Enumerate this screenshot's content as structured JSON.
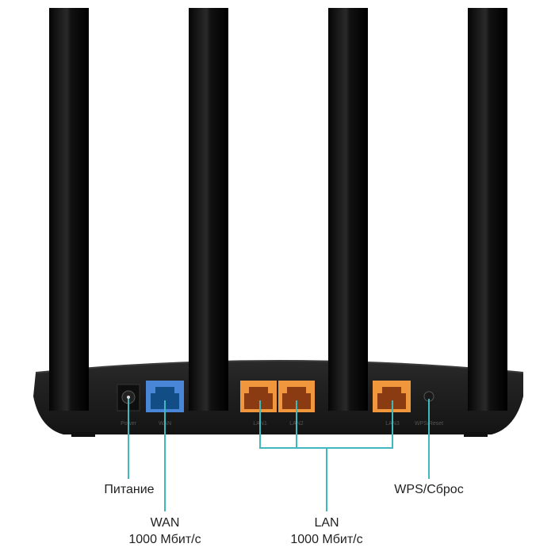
{
  "ports": {
    "power": "Power",
    "wan": "WAN",
    "lan1": "LAN1",
    "lan2": "LAN2",
    "lan3": "LAN3",
    "wps_reset": "WPS/Reset"
  },
  "callouts": {
    "power": "Питание",
    "wan_title": "WAN",
    "wan_speed": "1000 Мбит/с",
    "lan_title": "LAN",
    "lan_speed": "1000 Мбит/с",
    "wps": "WPS/Сброс"
  },
  "colors": {
    "wan_port": "#4a86d8",
    "lan_port": "#f0963c",
    "callout_line": "#3fb8c0",
    "body": "#1c1c1c"
  }
}
